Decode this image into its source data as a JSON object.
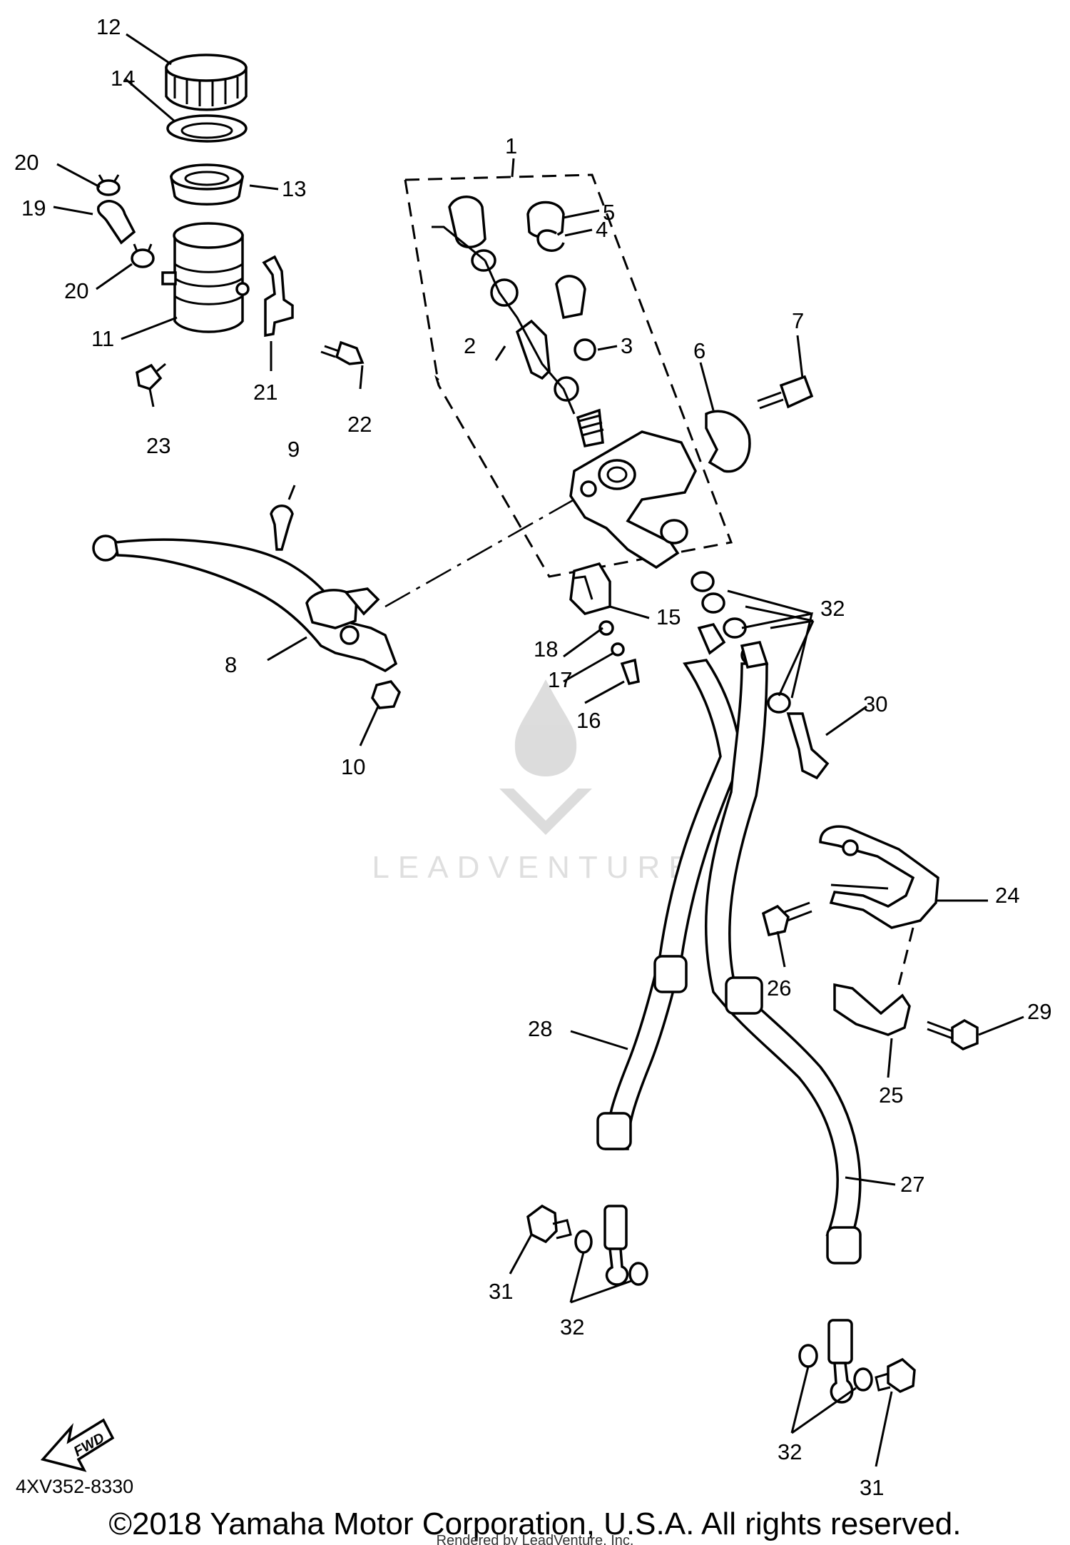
{
  "diagram": {
    "callouts": {
      "p1": "1",
      "p2": "2",
      "p3": "3",
      "p4": "4",
      "p5": "5",
      "p6": "6",
      "p7": "7",
      "p8": "8",
      "p9": "9",
      "p10": "10",
      "p11": "11",
      "p12": "12",
      "p13": "13",
      "p14": "14",
      "p15": "15",
      "p16": "16",
      "p17": "17",
      "p18": "18",
      "p19": "19",
      "p20a": "20",
      "p20b": "20",
      "p21": "21",
      "p22": "22",
      "p23": "23",
      "p24": "24",
      "p25": "25",
      "p26": "26",
      "p27": "27",
      "p28": "28",
      "p29": "29",
      "p30": "30",
      "p31a": "31",
      "p31b": "31",
      "p32a": "32",
      "p32b": "32",
      "p32c": "32"
    },
    "fwd_label": "FWD",
    "diagram_code": "4XV352-8330",
    "watermark_text": "LEADVENTURE",
    "copyright": "©2018 Yamaha Motor Corporation, U.S.A. All rights reserved.",
    "rendered_by": "Rendered by LeadVenture, Inc."
  }
}
